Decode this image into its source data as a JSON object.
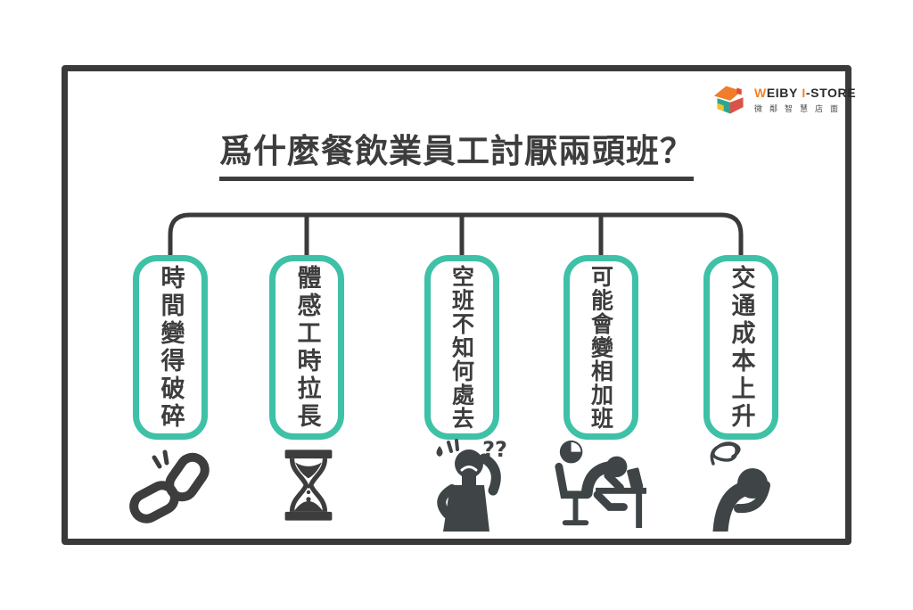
{
  "colors": {
    "frame_dark": "#3a3a3a",
    "text_dark": "#3d3d3d",
    "box_teal": "#3EC1A7",
    "brand_accent": "#F0832B",
    "background": "#ffffff"
  },
  "logo": {
    "brand_w": "W",
    "brand_eiby": "EIBY",
    "brand_i": "I",
    "brand_store": "-STORE",
    "subtitle": "微鄰智慧店面"
  },
  "title": {
    "text": "爲什麼餐飲業員工討厭兩頭班？"
  },
  "diagram": {
    "items": [
      {
        "label": "時間變得破碎",
        "icon": "broken-chain-icon"
      },
      {
        "label": "體感工時拉長",
        "icon": "hourglass-icon"
      },
      {
        "label": "空班不知何處去",
        "icon": "confused-person-icon"
      },
      {
        "label": "可能會變相加班",
        "icon": "overtime-desk-icon"
      },
      {
        "label": "交通成本上升",
        "icon": "stressed-person-icon"
      }
    ]
  }
}
